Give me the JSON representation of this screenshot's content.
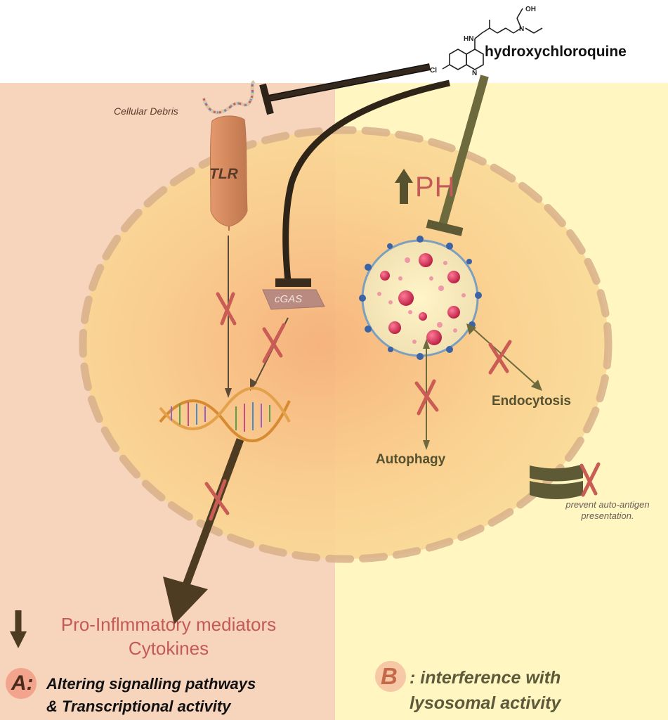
{
  "drug": {
    "name": "hydroxychloroquine",
    "cl_atom": "Cl",
    "n_atom": "N",
    "hn_atom": "HN",
    "oh_group": "OH"
  },
  "debris": {
    "label": "Cellular Debris"
  },
  "tlr": {
    "label": "TLR"
  },
  "cgas": {
    "label": "cGAS"
  },
  "ph": {
    "label": "PH"
  },
  "lysosome_outputs": {
    "endocytosis": "Endocytosis",
    "autophagy": "Autophagy"
  },
  "antigen": {
    "label": "prevent auto-antigen presentation."
  },
  "outcome": {
    "line1": "Pro-Inflmmatory mediators",
    "line2": "Cytokines"
  },
  "panel_a": {
    "letter": "A:",
    "line1": "Altering signalling pathways",
    "line2": "& Transcriptional activity"
  },
  "panel_b": {
    "letter": "B",
    "rest": ": interference with",
    "line2": "lysosomal activity"
  },
  "colors": {
    "panel_a_bg": "#f7d4bc",
    "panel_b_bg": "#fff6c2",
    "cell_fill": "#f9d68e",
    "arrow_dark": "#4e3c22",
    "inhibit_olive": "#6d6a3e",
    "block_x_red": "#c95c54",
    "lysosome_dot": "#c8264a"
  }
}
